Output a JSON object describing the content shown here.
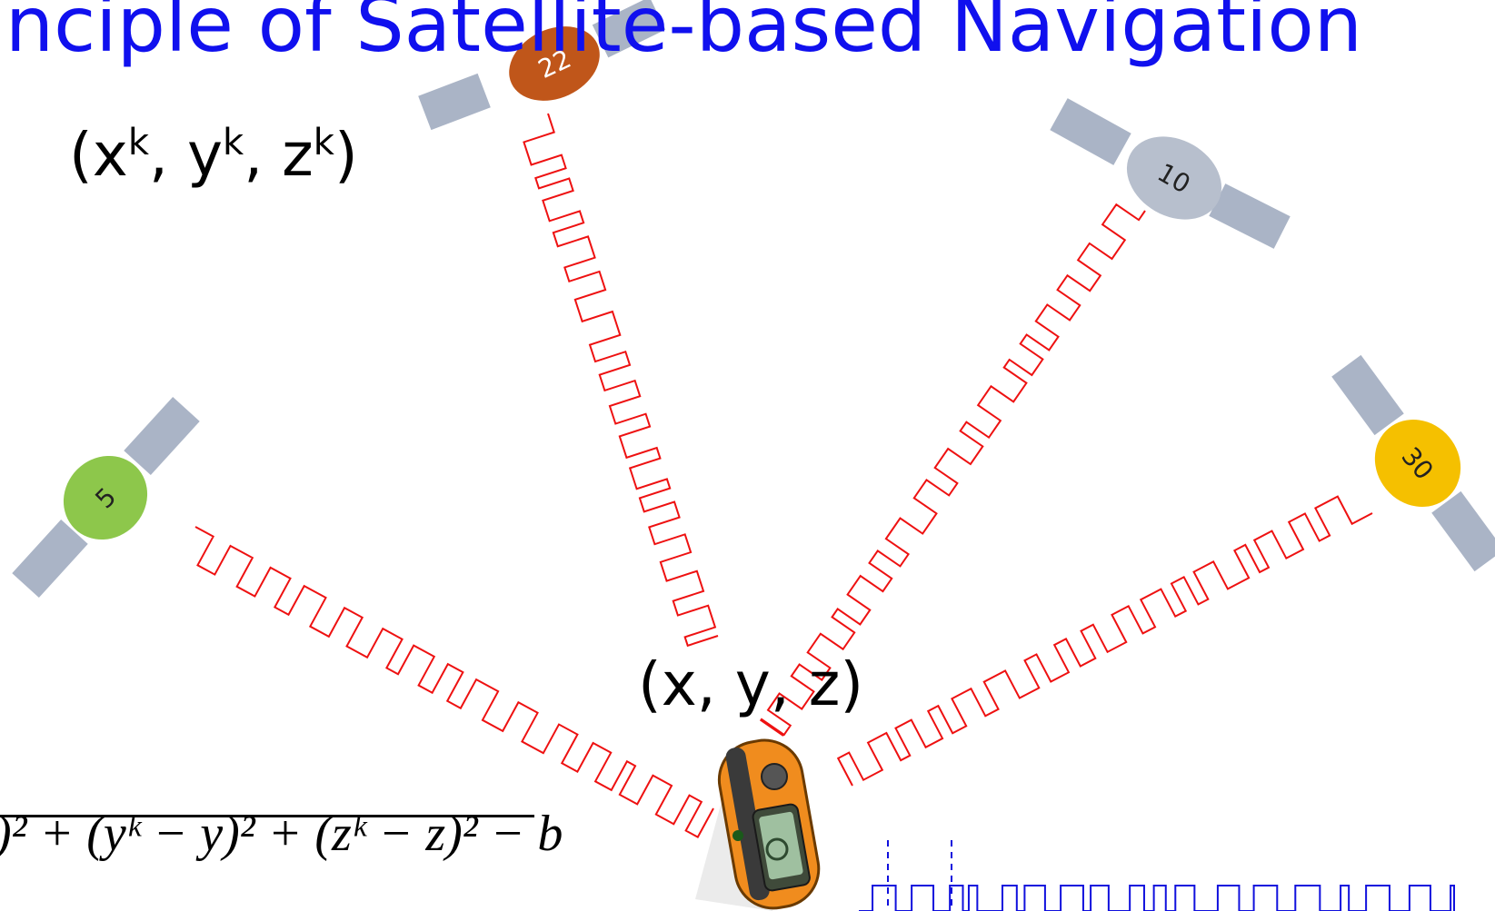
{
  "title": "rinciple of Satellite-based Navigation",
  "satellite_coords": {
    "open": "(x",
    "sup1": "k",
    "mid1": ", y",
    "sup2": "k",
    "mid2": ", z",
    "sup3": "k",
    "close": ")"
  },
  "receiver_coords": "(x, y, z)",
  "satellites": [
    {
      "label": "22",
      "color": "#c0561a"
    },
    {
      "label": "10",
      "color": "#b7bfcd"
    },
    {
      "label": "5",
      "color": "#8dc74b"
    },
    {
      "label": "30",
      "color": "#f5c000"
    }
  ],
  "equation_visible": ")² + (yᵏ − y)² + (zᵏ − z)² − b",
  "colors": {
    "title": "#1010ee",
    "signal": "#ee1111",
    "code": "#1010dd",
    "panel": "#aab4c6",
    "receiver": "#f08c1e"
  }
}
